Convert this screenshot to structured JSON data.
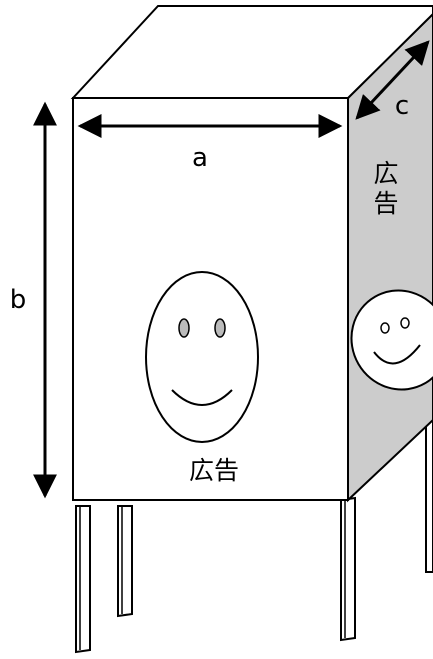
{
  "labels": {
    "width": "a",
    "height": "b",
    "depth": "c"
  },
  "front_panel": {
    "text": "広告"
  },
  "side_panel": {
    "text_line1": "広",
    "text_line2": "告"
  },
  "colors": {
    "outline": "#000000",
    "front_fill": "#ffffff",
    "side_fill": "#cccccc",
    "background": "#ffffff"
  }
}
